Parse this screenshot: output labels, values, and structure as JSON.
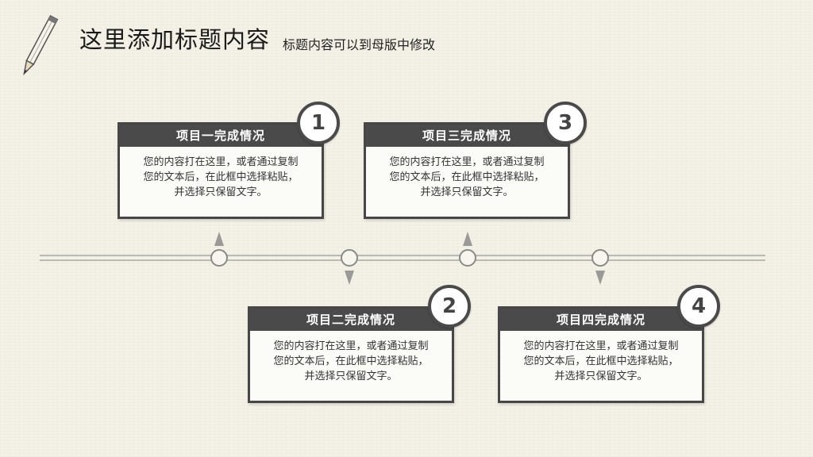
{
  "header": {
    "title": "这里添加标题内容",
    "subtitle": "标题内容可以到母版中修改"
  },
  "items": [
    {
      "num": "1",
      "title": "项目一完成情况",
      "lines": [
        "您的内容打在这里，或者通过复制",
        "您的文本后，在此框中选择粘贴，",
        "并选择只保留文字。"
      ]
    },
    {
      "num": "2",
      "title": "项目二完成情况",
      "lines": [
        "您的内容打在这里，或者通过复制",
        "您的文本后，在此框中选择粘贴，",
        "并选择只保留文字。"
      ]
    },
    {
      "num": "3",
      "title": "项目三完成情况",
      "lines": [
        "您的内容打在这里，或者通过复制",
        "您的文本后，在此框中选择粘贴，",
        "并选择只保留文字。"
      ]
    },
    {
      "num": "4",
      "title": "项目四完成情况",
      "lines": [
        "您的内容打在这里，或者通过复制",
        "您的文本后，在此框中选择粘贴，",
        "并选择只保留文字。"
      ]
    }
  ],
  "icons": {
    "pencil": "pencil-icon"
  },
  "colors": {
    "background": "#f4f1e6",
    "card_header": "#4a4a4a",
    "timeline": "#b9b9b6"
  }
}
